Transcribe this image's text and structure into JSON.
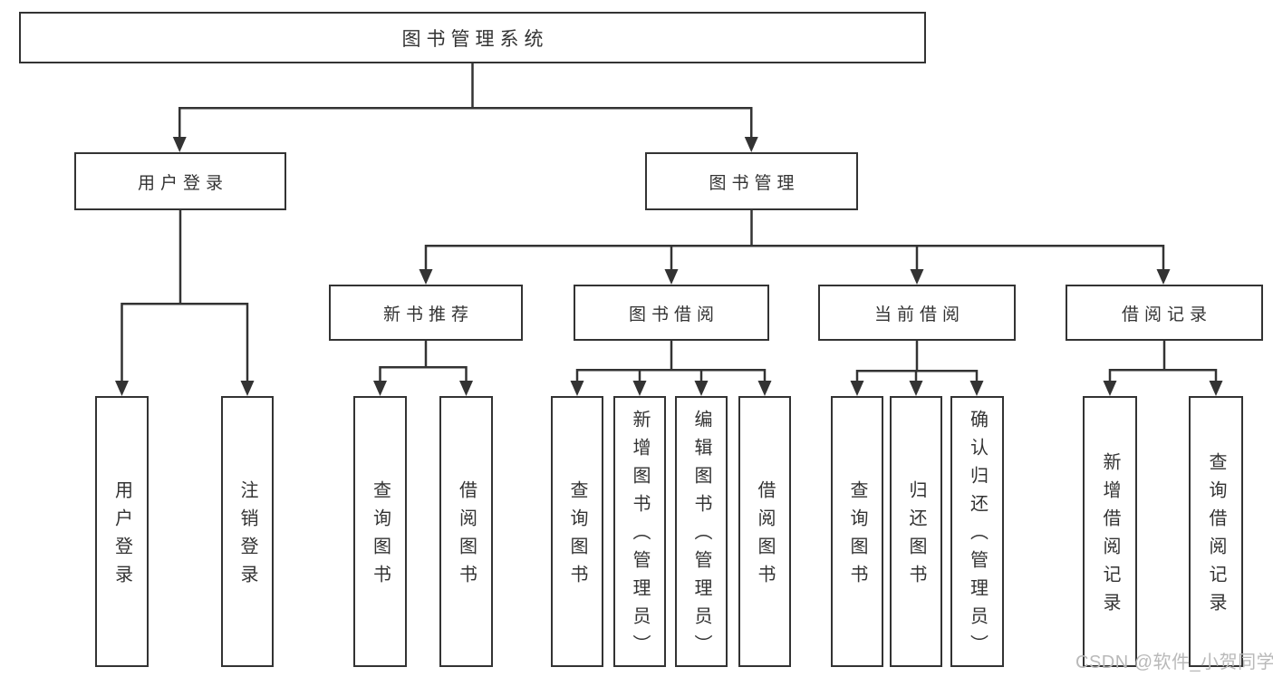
{
  "colors": {
    "line": "#333333",
    "text": "#333333",
    "watermark": "#b9b9b9",
    "background": "#ffffff"
  },
  "watermark": {
    "text": "CSDN @软件_小贺同学"
  },
  "diagram": {
    "root": {
      "label": "图书管理系统"
    },
    "level2": {
      "user_login": {
        "label": "用户登录"
      },
      "book_management": {
        "label": "图书管理"
      }
    },
    "level3": {
      "new_book_recommendation": {
        "label": "新书推荐"
      },
      "book_borrowing": {
        "label": "图书借阅"
      },
      "current_borrowing": {
        "label": "当前借阅"
      },
      "borrowing_records": {
        "label": "借阅记录"
      }
    },
    "leaves": {
      "login": [
        "用户登录",
        "注销登录"
      ],
      "recommendation": [
        "查询图书",
        "借阅图书"
      ],
      "borrowing": [
        "查询图书",
        "新增图书（管理员）",
        "编辑图书（管理员）",
        "借阅图书"
      ],
      "current": [
        "查询图书",
        "归还图书",
        "确认归还（管理员）"
      ],
      "records": [
        "新增借阅记录",
        "查询借阅记录"
      ]
    }
  }
}
